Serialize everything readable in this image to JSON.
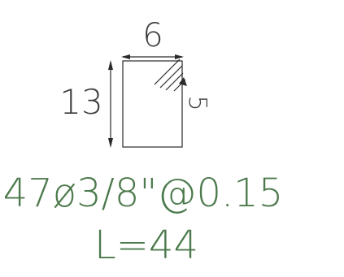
{
  "drawing": {
    "width_dim": "6",
    "height_dim": "13",
    "hook_label": "5",
    "rebar_spec": "47ø3/8\"@0.15",
    "length_label": "L=44"
  },
  "colors": {
    "line": "#2a2a2a",
    "annotation_text": "#4c7a4c",
    "background": "#ffffff"
  }
}
